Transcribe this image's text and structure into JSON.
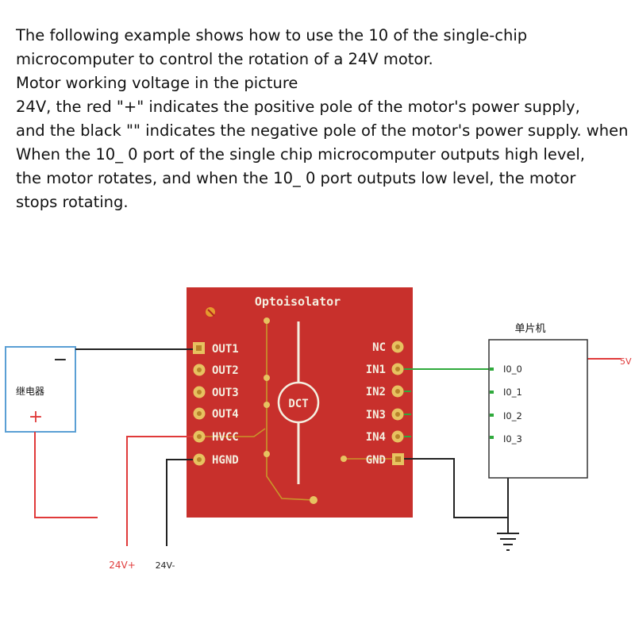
{
  "description": {
    "lines": [
      "The following example shows how to use the 10 of the single-chip",
      "microcomputer to control the rotation of a 24V motor.",
      "Motor working voltage in the picture",
      "24V, the red \"+\" indicates the positive pole of the motor's power supply,",
      "and the black \"\" indicates the negative pole of the motor's power supply. when",
      "When the 10_ 0 port of the single chip microcomputer outputs high level,",
      "the motor rotates, and when the 10_ 0 port outputs low level, the motor",
      "stops rotating."
    ]
  },
  "board": {
    "title": "Optoisolator",
    "center_label": "DCT",
    "left_pins": [
      "OUT1",
      "OUT2",
      "OUT3",
      "OUT4",
      "HVCC",
      "HGND"
    ],
    "right_pins": [
      "NC",
      "IN1",
      "IN2",
      "IN3",
      "IN4",
      "GND"
    ]
  },
  "relay": {
    "label": "继电器",
    "minus": "−",
    "plus": "+"
  },
  "mcu": {
    "title": "单片机",
    "ports": [
      "I0_0",
      "I0_1",
      "I0_2",
      "I0_3"
    ],
    "supply": "5V"
  },
  "power": {
    "positive": "24V+",
    "negative": "24V-"
  },
  "colors": {
    "board": "#c8302c",
    "silkscreen": "#f4efe0",
    "pad": "#e7c260",
    "trace": "#c9962a",
    "red_wire": "#e03a3a",
    "green_wire": "#2faa3c",
    "blue_outline": "#5a9fd4"
  }
}
